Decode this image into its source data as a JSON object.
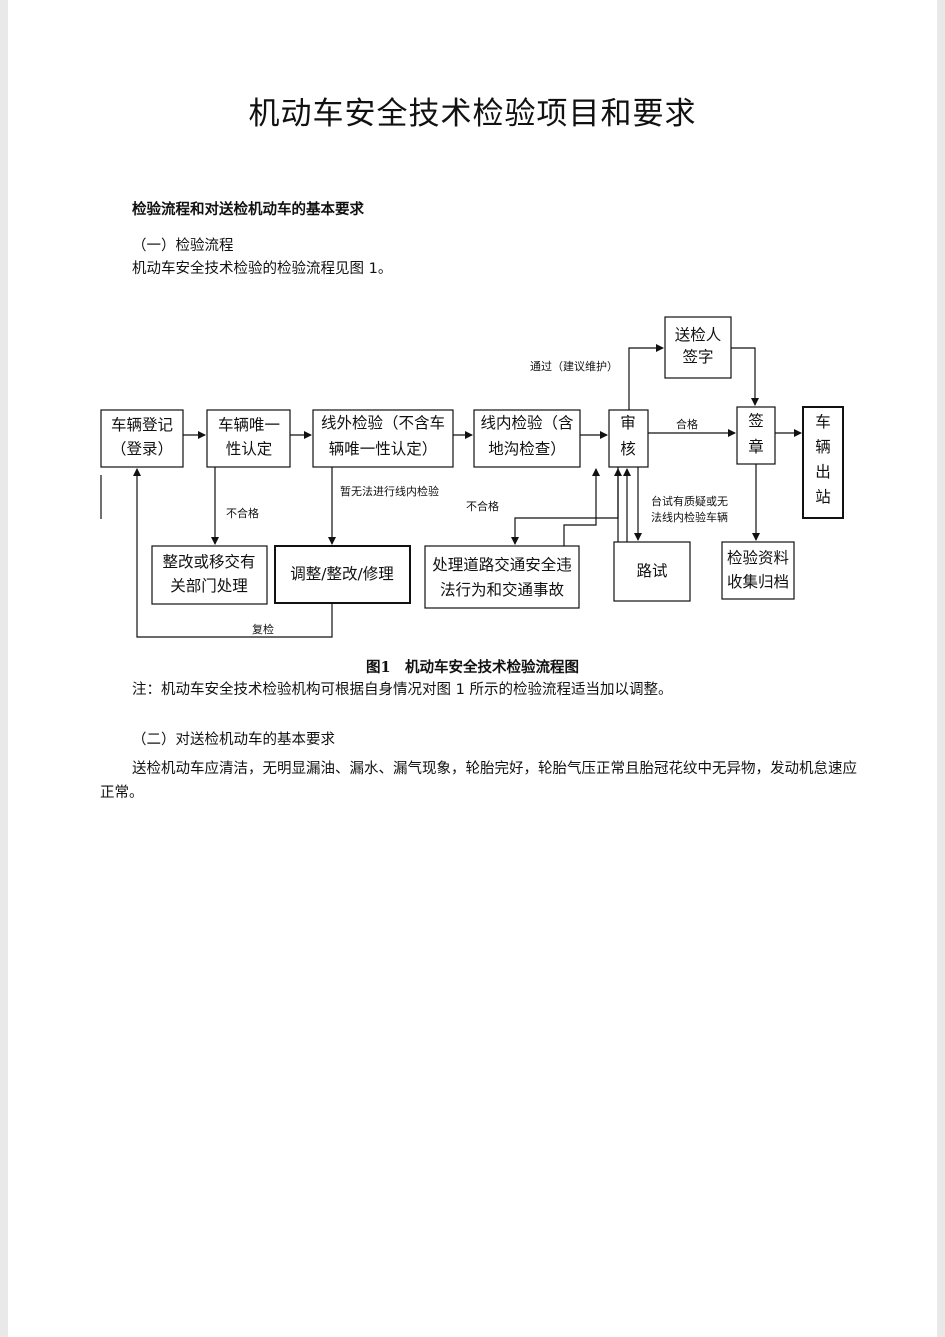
{
  "document": {
    "title": "机动车安全技术检验项目和要求",
    "section_heading": "检验流程和对送检机动车的基本要求",
    "sub1_heading": "（一）检验流程",
    "sub1_text": "机动车安全技术检验的检验流程见图 1。",
    "figure_caption": "图1　机动车安全技术检验流程图",
    "note": "注：机动车安全技术检验机构可根据自身情况对图 1 所示的检验流程适当加以调整。",
    "sub2_heading": "（二）对送检机动车的基本要求",
    "sub2_text": "送检机动车应清洁，无明显漏油、漏水、漏气现象，轮胎完好，轮胎气压正常且胎冠花纹中无异物，发动机怠速应正常。"
  },
  "flowchart": {
    "boxes": {
      "register": [
        "车辆登记",
        "（登录）"
      ],
      "identity": [
        "车辆唯一",
        "性认定"
      ],
      "offline": [
        "线外检验（不含车",
        "辆唯一性认定）"
      ],
      "inline": [
        "线内检验（含",
        "地沟检查）"
      ],
      "review": [
        "审",
        "核"
      ],
      "signer": [
        "送检人",
        "签字"
      ],
      "seal": [
        "签",
        "章"
      ],
      "exit": [
        "车",
        "辆",
        "出",
        "站"
      ],
      "rectify_transfer": [
        "整改或移交有",
        "关部门处理"
      ],
      "adjust": [
        "调整/整改/修理"
      ],
      "violation": [
        "处理道路交通安全违",
        "法行为和交通事故"
      ],
      "road_test": [
        "路试"
      ],
      "archive": [
        "检验资料",
        "收集归档"
      ]
    },
    "labels": {
      "pass_advice": "通过（建议维护）",
      "pass": "合格",
      "fail_left": "不合格",
      "fail_mid": "不合格",
      "cannot_inline": "暂无法进行线内检验",
      "bench_doubt": [
        "台试有质疑或无",
        "法线内检验车辆"
      ],
      "recheck": "复检"
    }
  }
}
